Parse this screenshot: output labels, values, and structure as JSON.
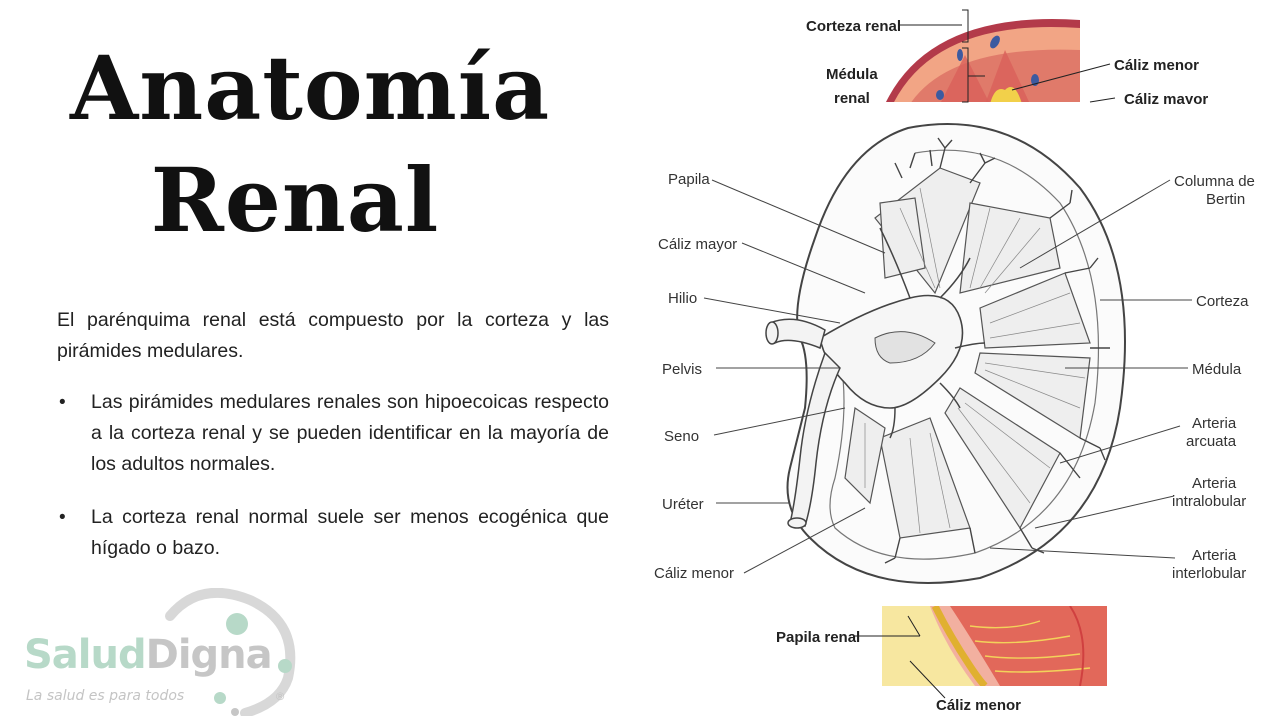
{
  "title": {
    "line1": "Anatomía",
    "line2": "Renal"
  },
  "intro": "El parénquima renal está compuesto por la corteza y las pirámides medulares.",
  "bullets": [
    "Las pirámides  medulares renales son hipoecoicas respecto a la corteza renal y se pueden identificar en la mayoría de los adultos normales.",
    "La corteza renal normal suele ser menos ecogénica que hígado o bazo."
  ],
  "bullet_symbol": "•",
  "top_figure": {
    "labels": [
      "Corteza renal",
      "Médula",
      "renal",
      "Cáliz menor",
      "Cáliz mayor"
    ]
  },
  "main_figure": {
    "left_labels": [
      "Papila",
      "Cáliz mayor",
      "Hilio",
      "Pelvis",
      "Seno",
      "Uréter",
      "Cáliz menor"
    ],
    "right_labels": [
      "Columna de",
      "Bertin",
      "Corteza",
      "Médula",
      "Arteria",
      "arcuata",
      "Arteria",
      "intralobular",
      "Arteria",
      "interlobular"
    ]
  },
  "bottom_figure": {
    "labels": [
      "Papila renal",
      "Cáliz menor"
    ]
  },
  "logo": {
    "brand_part1": "Salud",
    "brand_part2": "Digna",
    "tagline": "La salud es para todos",
    "mark": "®"
  },
  "colors": {
    "accent_green": "#b7d9c8",
    "logo_gray": "#c6c6c6",
    "kidney_red": "#e07a6a",
    "papilla_yellow": "#f2d04a"
  }
}
